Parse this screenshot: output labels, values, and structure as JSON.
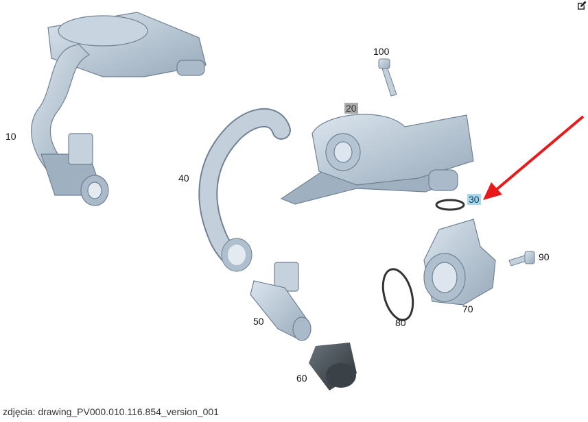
{
  "diagram": {
    "labels": {
      "p10": "10",
      "p20": "20",
      "p30": "30",
      "p40": "40",
      "p50": "50",
      "p60": "60",
      "p70": "70",
      "p80": "80",
      "p90": "90",
      "p100": "100"
    },
    "highlighted_part": "30",
    "colors": {
      "part": "#b9c8d6",
      "outline": "#6f8192",
      "arrow": "#e8191b",
      "label_highlight": "#a8d8ea",
      "label_gray": "#a9a9a9"
    }
  },
  "caption": "zdjęcia: drawing_PV000.010.116.854_version_001",
  "toolbar": {
    "edit_icon": "edit-icon"
  }
}
